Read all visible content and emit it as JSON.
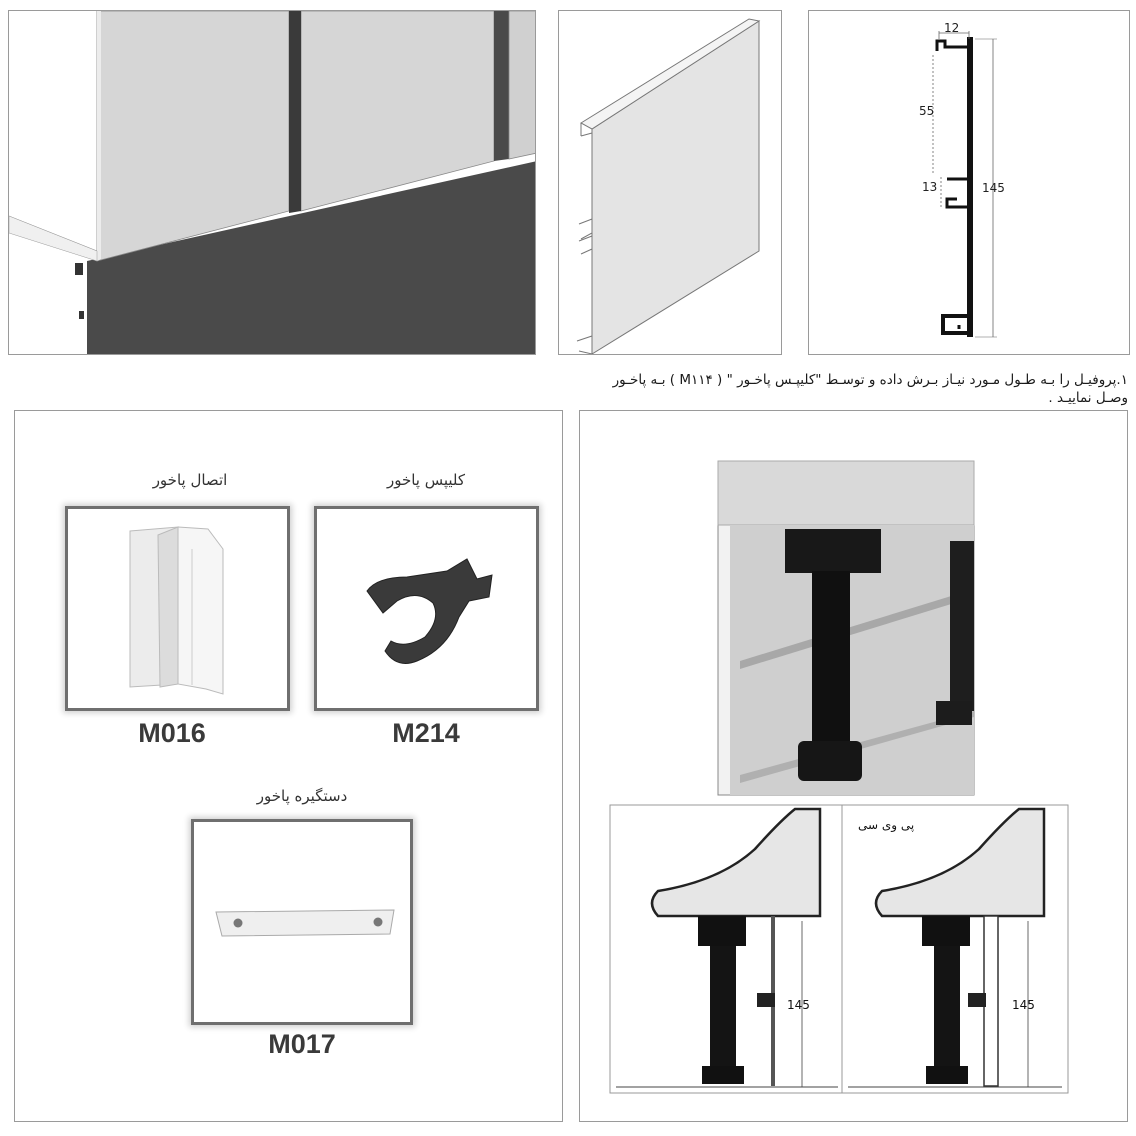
{
  "instruction": {
    "line1": "۱.پروفیـل را بـه طـول مـورد نیـاز بـرش داده و توسـط \"کلیپـس پاخـور \" ( M۱۱۴ ) بـه پاخـور",
    "line2": "وصـل نماییـد ."
  },
  "profile_drawing": {
    "dim_width": "12",
    "dim_gap": "55",
    "dim_clip": "13",
    "dim_height": "145"
  },
  "parts": [
    {
      "name": "اتصال پاخور",
      "code": "M016"
    },
    {
      "name": "کلیپس  پاخور",
      "code": "M214"
    },
    {
      "name": "دستگیره پاخور",
      "code": "M017"
    }
  ],
  "sections": {
    "right_title": "پی وی سی",
    "left_dim": "145",
    "right_dim": "145"
  }
}
